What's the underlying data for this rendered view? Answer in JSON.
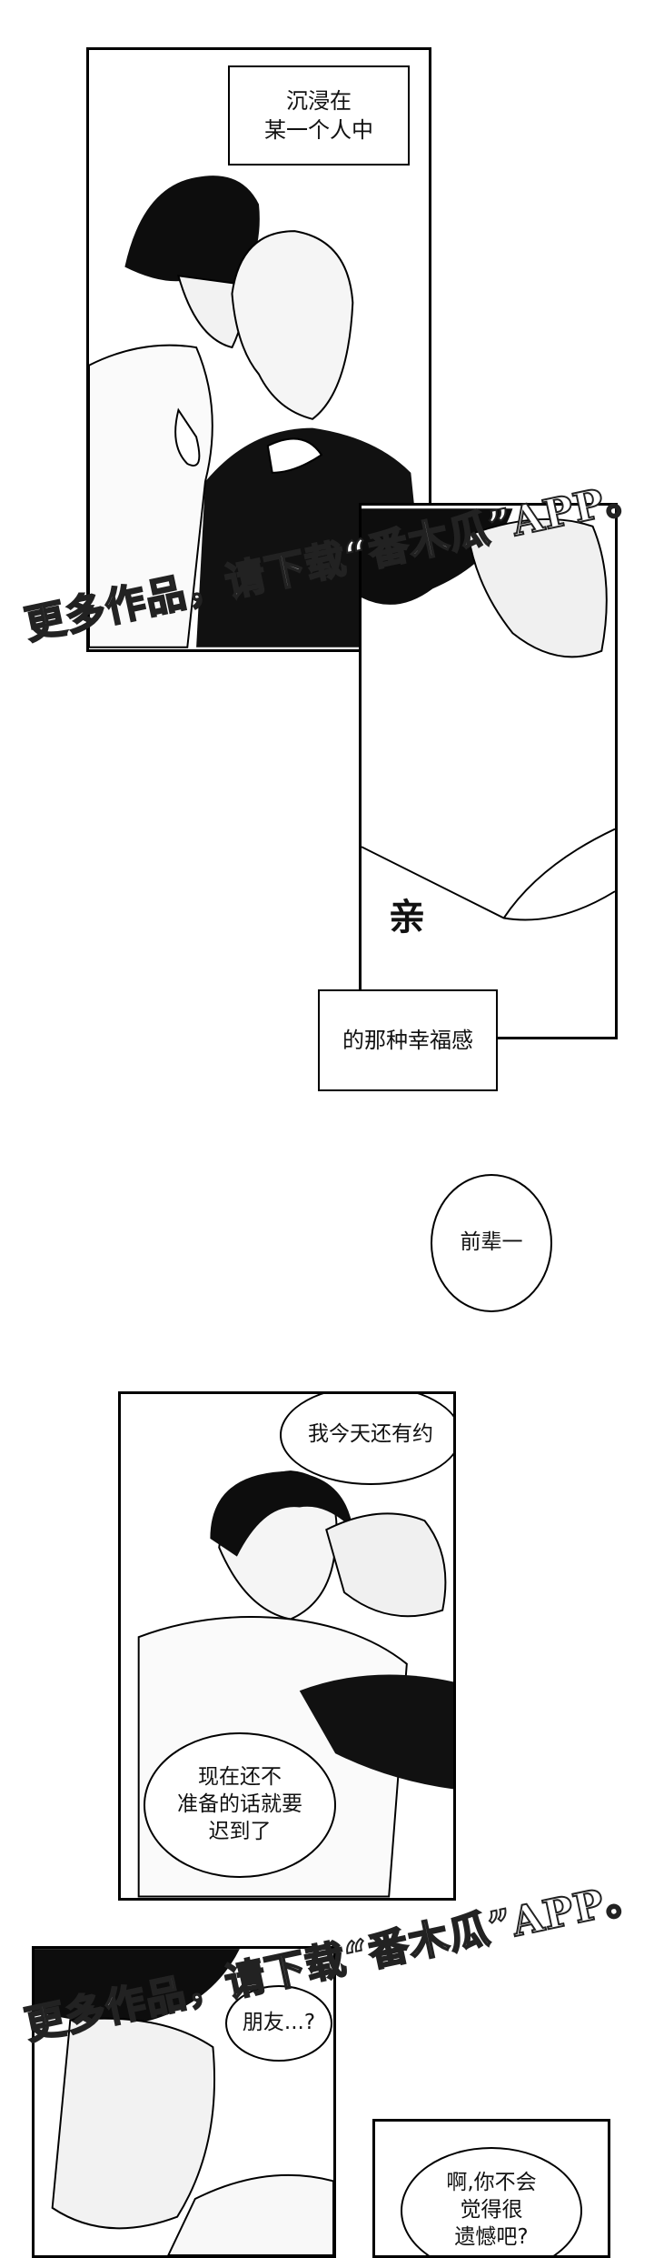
{
  "captions": {
    "immersed": "沉浸在\n某一个人中",
    "happiness": "的那种幸福感"
  },
  "sfx": {
    "kiss": "亲"
  },
  "bubbles": {
    "senpai": "前辈一",
    "appointment": "我今天还有约",
    "late": "现在还不\n准备的话就要\n迟到了",
    "friend": "朋友...?",
    "regret": "啊,你不会\n觉得很\n遗憾吧?"
  },
  "watermark": {
    "text": "更多作品，请下载“番木瓜”APP。"
  }
}
